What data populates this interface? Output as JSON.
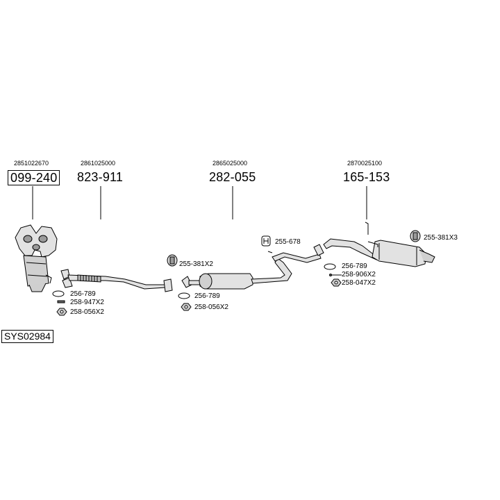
{
  "system_code": "SYS02984",
  "main_parts": [
    {
      "oem": "2851022670",
      "number": "099-240"
    },
    {
      "oem": "2861025000",
      "number": "823-911"
    },
    {
      "oem": "2865025000",
      "number": "282-055"
    },
    {
      "oem": "2870025100",
      "number": "165-153"
    }
  ],
  "accessories": {
    "group1": [
      "256-789",
      "258-947X2",
      "258-056X2"
    ],
    "group2": [
      "255-381X2",
      "256-789",
      "258-056X2"
    ],
    "group3": [
      "255-678"
    ],
    "group4": [
      "255-381X3",
      "256-789",
      "258-906X2",
      "258-047X2"
    ]
  },
  "colors": {
    "line": "#000000",
    "part_fill": "#e2e2e2",
    "part_shade": "#9a9a9a"
  }
}
